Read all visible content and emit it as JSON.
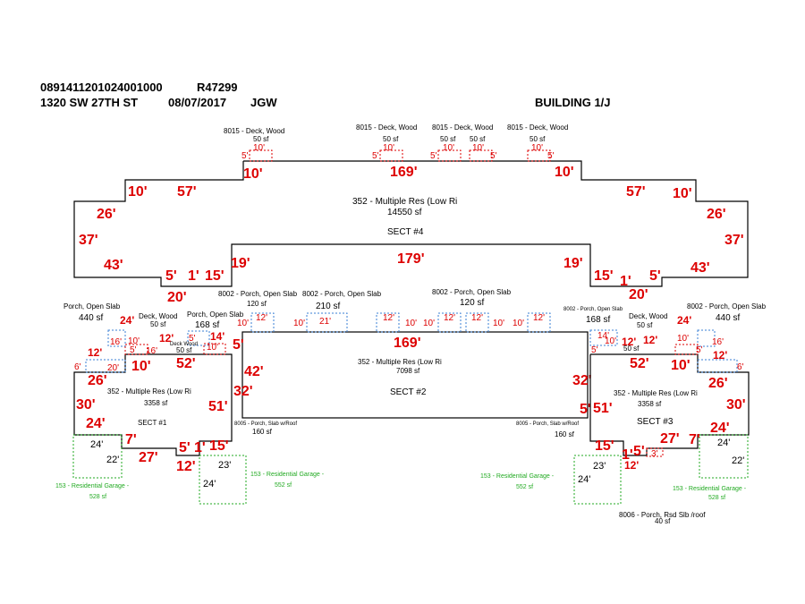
{
  "header": {
    "parcel_id": "0891411201024001000",
    "account": "R47299",
    "address": "1320 SW 27TH ST",
    "date": "08/07/2017",
    "initials": "JGW",
    "building": "BUILDING 1/J"
  },
  "colors": {
    "outline": "#000000",
    "dimension": "#dd0000",
    "porch": "#3a7fd5",
    "deck": "#dd0000",
    "garage": "#22aa22"
  },
  "sections": {
    "s4": {
      "desc": "352 - Multiple Res (Low Ri",
      "area": "14550 sf",
      "name": "SECT #4"
    },
    "s2": {
      "desc": "352 - Multiple Res (Low Ri",
      "area": "7098 sf",
      "name": "SECT #2"
    },
    "s1": {
      "desc": "352 - Multiple Res (Low Ri",
      "area": "3358 sf",
      "name": "SECT #1"
    },
    "s3": {
      "desc": "352 - Multiple Res (Low Ri",
      "area": "3358 sf",
      "name": "SECT #3"
    }
  },
  "decks_top": [
    {
      "label": "8015 - Deck, Wood",
      "area": "50 sf"
    },
    {
      "label": "8015 - Deck, Wood",
      "area": "50 sf"
    },
    {
      "label": "8015 - Deck, Wood",
      "area": "50 sf"
    },
    {
      "label": "8015 - Deck, Wood",
      "area": "50 sf"
    }
  ],
  "dims_s4": {
    "top_mid": "169'",
    "top_left": "10'",
    "top_right": "10'",
    "step_l1": "10'",
    "step_l2": "57'",
    "step_r1": "57'",
    "step_r2": "10'",
    "l_26": "26'",
    "l_37": "37'",
    "l_43": "43'",
    "r_26": "26'",
    "r_37": "37'",
    "r_43": "43'",
    "bot_mid": "179'",
    "bot_l19": "19'",
    "bot_r19": "19'",
    "bot_l15": "15'",
    "bot_r15": "15'",
    "bot_l1": "1'",
    "bot_r1": "1'",
    "bot_l5": "5'",
    "bot_r5": "5'",
    "bot_l20": "20'",
    "bot_r20": "20'"
  },
  "porches_mid": [
    {
      "label": "8002 - Porch, Open Slab",
      "area": "120 sf"
    },
    {
      "label": "8002 - Porch, Open Slab",
      "area": "210 sf"
    },
    {
      "label": "8002 - Porch, Open Slab",
      "area": "120 sf"
    }
  ],
  "porch_dims": [
    "10'",
    "12'",
    "10'",
    "21'",
    "12'",
    "10'",
    "10'",
    "12'",
    "12'",
    "10'",
    "10'",
    "12'"
  ],
  "dims_s2": {
    "top": "169'",
    "l42": "42'",
    "l32": "32'",
    "r32": "32'",
    "l5": "5'",
    "r5": "5'"
  },
  "left_block": {
    "porch_label": "Porch, Open Slab",
    "porch_area": "440 sf",
    "deck_label": "Deck, Wood",
    "deck_area": "50 sf",
    "porch2_label": "Porch, Open Slab",
    "porch2_area": "168 sf",
    "deck2_label": "Deck Wood",
    "deck2_area": "50 sf",
    "porch3_label": "8005 - Porch, Slab w/Roof",
    "porch3_area": "160 sf",
    "garage1_label": "153 - Residential Garage -",
    "garage1_area": "528 sf",
    "garage2_label": "153 - Residential Garage -",
    "garage2_area": "552 sf"
  },
  "right_block": {
    "porch_label": "8002 - Porch, Open Slab",
    "porch_area": "440 sf",
    "deck_label": "Deck, Wood",
    "deck_area": "50 sf",
    "porch2_label": "8002 - Porch, Open Slab",
    "porch2_area": "168 sf",
    "deck2_area": "50 sf",
    "porch3_label": "8005 - Porch, Slab w/Roof",
    "porch3_area": "160 sf",
    "garage1_label": "153 - Residential Garage -",
    "garage1_area": "552 sf",
    "garage2_label": "153 - Residential Garage -",
    "garage2_area": "528 sf",
    "porch4_label": "8006 - Porch, Rsd Slb /roof",
    "porch4_area": "40 sf"
  },
  "dims_s1": {
    "d24a": "24'",
    "d16": "16'",
    "d10a": "10'",
    "d5a": "5'",
    "d16b": "16'",
    "d12a": "12'",
    "d6": "6'",
    "d20": "20'",
    "d10b": "10'",
    "d52": "52'",
    "d12b": "12'",
    "d14": "14'",
    "d10c": "10'",
    "d5b": "5'",
    "d26": "26'",
    "d30": "30'",
    "d51": "51'",
    "d24b": "24'",
    "d7": "7'",
    "d27": "27'",
    "d5c": "5'",
    "d1": "1'",
    "d15": "15'",
    "d12c": "12'",
    "g24": "24'",
    "g22": "22'",
    "g23": "23'",
    "g24b": "24'"
  },
  "dims_s3": {
    "d24a": "24'",
    "d16": "16'",
    "d10a": "10'",
    "d5a": "5'",
    "d12a": "12'",
    "d6": "6'",
    "d12b": "12'",
    "d12c": "12'",
    "d10b": "10'",
    "d52": "52'",
    "d14": "14'",
    "d10c": "10'",
    "d5b": "5'",
    "d26": "26'",
    "d30": "30'",
    "d51": "51'",
    "d24b": "24'",
    "d7": "7'",
    "d27": "27'",
    "d5c": "5'",
    "d1": "1'",
    "d15": "15'",
    "d12d": "12'",
    "d3": "3'",
    "g24": "24'",
    "g22": "22'",
    "g23": "23'",
    "g24b": "24'"
  }
}
